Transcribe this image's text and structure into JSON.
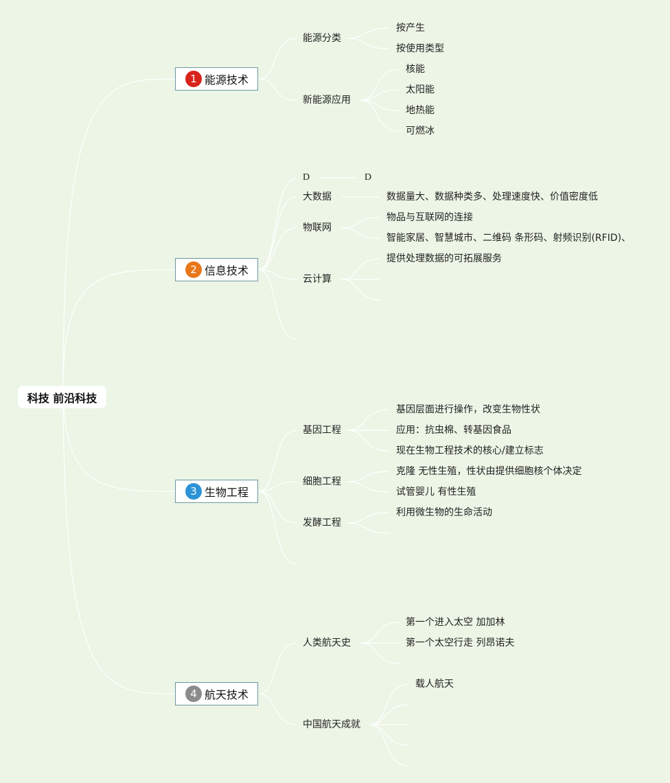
{
  "root": "科技 前沿科技",
  "branches": [
    {
      "num": "1",
      "color": "#d8231a",
      "label": "能源技术",
      "subs": [
        {
          "label": "能源分类",
          "items": [
            "按产生",
            "按使用类型"
          ]
        },
        {
          "label": "新能源应用",
          "items": [
            "核能",
            "太阳能",
            "地热能",
            "可燃冰"
          ]
        }
      ]
    },
    {
      "num": "2",
      "color": "#e8761a",
      "label": "信息技术",
      "subs": [
        {
          "label": "D",
          "items": [
            "D"
          ]
        },
        {
          "label": "大数据",
          "items": [
            "数据量大、数据种类多、处理速度快、价值密度低"
          ]
        },
        {
          "label": "物联网",
          "items": [
            "物品与互联网的连接",
            "智能家居、智慧城市、二维码 条形码、射频识别(RFID)、"
          ]
        },
        {
          "label": "云计算",
          "items": [
            "提供处理数据的可拓展服务",
            "",
            ""
          ]
        },
        {
          "label": "",
          "items": []
        }
      ]
    },
    {
      "num": "3",
      "color": "#2b93d6",
      "label": "生物工程",
      "subs": [
        {
          "label": "基因工程",
          "items": [
            "基因层面进行操作，改变生物性状",
            "应用：抗虫棉、转基因食品",
            "现在生物工程技术的核心/建立标志"
          ]
        },
        {
          "label": "细胞工程",
          "items": [
            "克隆 无性生殖，性状由提供细胞核个体决定",
            "试管婴儿 有性生殖"
          ]
        },
        {
          "label": "发酵工程",
          "items": [
            "利用微生物的生命活动",
            ""
          ]
        },
        {
          "label": "",
          "items": []
        }
      ]
    },
    {
      "num": "4",
      "color": "#8c8c8c",
      "label": "航天技术",
      "subs": [
        {
          "label": "人类航天史",
          "items": [
            "第一个进入太空 加加林",
            "第一个太空行走 列昂诺夫",
            ""
          ]
        },
        {
          "label": "中国航天成就",
          "items": [
            "载人航天",
            "",
            "",
            "",
            ""
          ]
        }
      ]
    }
  ]
}
